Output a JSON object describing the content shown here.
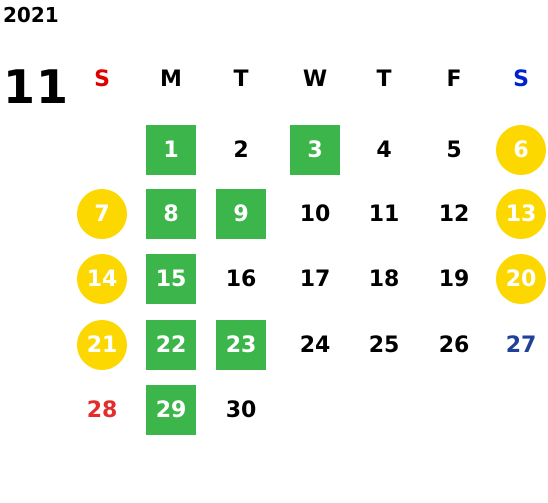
{
  "calendar": {
    "year": "2021",
    "month": "11",
    "weekdays": [
      {
        "label": "S",
        "color": "#e00000"
      },
      {
        "label": "M",
        "color": "#000000"
      },
      {
        "label": "T",
        "color": "#000000"
      },
      {
        "label": "W",
        "color": "#000000"
      },
      {
        "label": "T",
        "color": "#000000"
      },
      {
        "label": "F",
        "color": "#000000"
      },
      {
        "label": "S",
        "color": "#0022cc"
      }
    ],
    "days": [
      {
        "label": "1",
        "col": 1,
        "row": 0,
        "style": "green"
      },
      {
        "label": "2",
        "col": 2,
        "row": 0,
        "style": "plain"
      },
      {
        "label": "3",
        "col": 3,
        "row": 0,
        "style": "green"
      },
      {
        "label": "4",
        "col": 4,
        "row": 0,
        "style": "plain"
      },
      {
        "label": "5",
        "col": 5,
        "row": 0,
        "style": "plain"
      },
      {
        "label": "6",
        "col": 6,
        "row": 0,
        "style": "yellow"
      },
      {
        "label": "7",
        "col": 0,
        "row": 1,
        "style": "yellow"
      },
      {
        "label": "8",
        "col": 1,
        "row": 1,
        "style": "green"
      },
      {
        "label": "9",
        "col": 2,
        "row": 1,
        "style": "green"
      },
      {
        "label": "10",
        "col": 3,
        "row": 1,
        "style": "plain"
      },
      {
        "label": "11",
        "col": 4,
        "row": 1,
        "style": "plain"
      },
      {
        "label": "12",
        "col": 5,
        "row": 1,
        "style": "plain"
      },
      {
        "label": "13",
        "col": 6,
        "row": 1,
        "style": "yellow"
      },
      {
        "label": "14",
        "col": 0,
        "row": 2,
        "style": "yellow"
      },
      {
        "label": "15",
        "col": 1,
        "row": 2,
        "style": "green"
      },
      {
        "label": "16",
        "col": 2,
        "row": 2,
        "style": "plain"
      },
      {
        "label": "17",
        "col": 3,
        "row": 2,
        "style": "plain"
      },
      {
        "label": "18",
        "col": 4,
        "row": 2,
        "style": "plain"
      },
      {
        "label": "19",
        "col": 5,
        "row": 2,
        "style": "plain"
      },
      {
        "label": "20",
        "col": 6,
        "row": 2,
        "style": "yellow"
      },
      {
        "label": "21",
        "col": 0,
        "row": 3,
        "style": "yellow"
      },
      {
        "label": "22",
        "col": 1,
        "row": 3,
        "style": "green"
      },
      {
        "label": "23",
        "col": 2,
        "row": 3,
        "style": "green"
      },
      {
        "label": "24",
        "col": 3,
        "row": 3,
        "style": "plain"
      },
      {
        "label": "25",
        "col": 4,
        "row": 3,
        "style": "plain"
      },
      {
        "label": "26",
        "col": 5,
        "row": 3,
        "style": "plain"
      },
      {
        "label": "27",
        "col": 6,
        "row": 3,
        "style": "blue"
      },
      {
        "label": "28",
        "col": 0,
        "row": 4,
        "style": "red"
      },
      {
        "label": "29",
        "col": 1,
        "row": 4,
        "style": "green"
      },
      {
        "label": "30",
        "col": 2,
        "row": 4,
        "style": "plain"
      }
    ]
  }
}
